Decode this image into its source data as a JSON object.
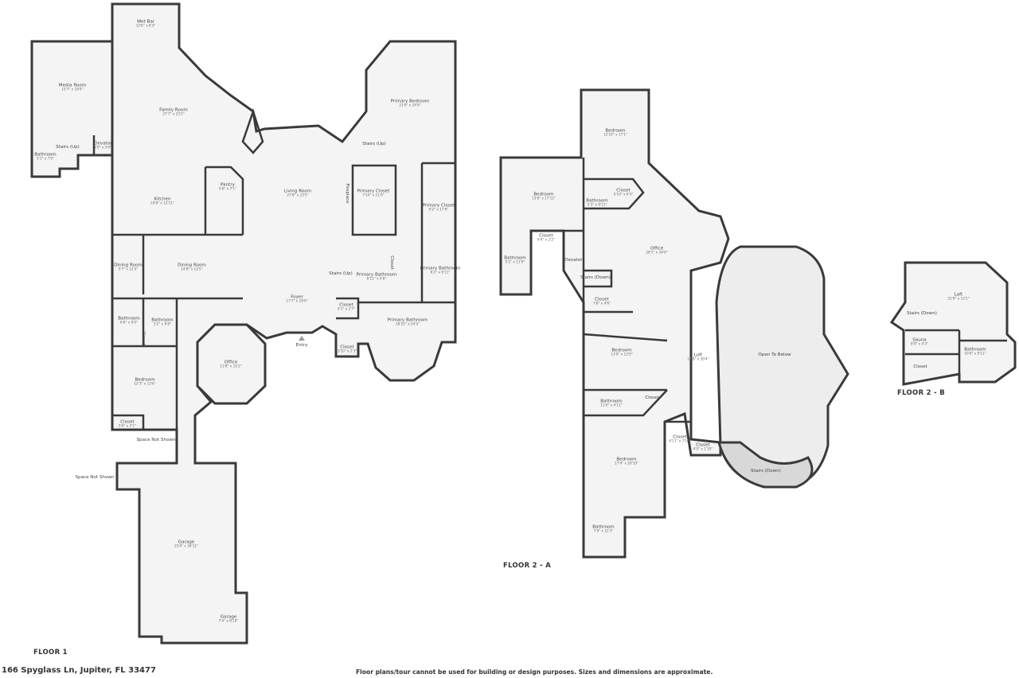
{
  "colors": {
    "wall": "#3a3a3a",
    "floor": "#f4f4f4",
    "stairs": "#d8d8d8",
    "window": "#cfcfcf"
  },
  "floor1": {
    "label": "FLOOR 1",
    "rooms": [
      {
        "name": "Wet Bar",
        "dim": "12'6\" x 8'3\""
      },
      {
        "name": "Media Room",
        "dim": "15'7\" x 18'4\""
      },
      {
        "name": "Family Room",
        "dim": "27'7\" x 23'2\""
      },
      {
        "name": "Bathroom",
        "dim": "5'1\" x 7'9\""
      },
      {
        "name": "Stairs (Up)",
        "dim": ""
      },
      {
        "name": "Elevator",
        "dim": "3'9\" x 3'6\""
      },
      {
        "name": "Primary Bedroom",
        "dim": "21'6\" x 24'0\""
      },
      {
        "name": "Stairs (Up)",
        "dim": ""
      },
      {
        "name": "Pantry",
        "dim": "5'6\" x 7'1\""
      },
      {
        "name": "Kitchen",
        "dim": "19'6\" x 12'11\""
      },
      {
        "name": "Living Room",
        "dim": "27'8\" x 23'5\""
      },
      {
        "name": "Fireplace",
        "dim": ""
      },
      {
        "name": "Primary Closet",
        "dim": "7'10\" x 11'9\""
      },
      {
        "name": "Primary Closet",
        "dim": "6'2\" x 17'6\""
      },
      {
        "name": "Dining Room",
        "dim": "5'7\" x 12'5\""
      },
      {
        "name": "Dining Room",
        "dim": "14'8\" x 12'5\""
      },
      {
        "name": "Stairs (Up)",
        "dim": ""
      },
      {
        "name": "Primary Bathroom",
        "dim": "6'11\" x 5'6\""
      },
      {
        "name": "Closet",
        "dim": ""
      },
      {
        "name": "Primary Bathroom",
        "dim": "6'2\" x 6'11\""
      },
      {
        "name": "Foyer",
        "dim": "17'7\" x 18'9\""
      },
      {
        "name": "Closet",
        "dim": "4'1\" x 2'7\""
      },
      {
        "name": "Bathroom",
        "dim": "6'6\" x 9'0\""
      },
      {
        "name": "Bathroom",
        "dim": "5'2\" x 9'8\""
      },
      {
        "name": "Closet",
        "dim": ""
      },
      {
        "name": "Primary Bathroom",
        "dim": "18'10\" x 24'5\""
      },
      {
        "name": "Entry",
        "dim": ""
      },
      {
        "name": "Closet",
        "dim": "3'10\" x 2'3\""
      },
      {
        "name": "Office",
        "dim": "13'8\" x 15'2\""
      },
      {
        "name": "Bedroom",
        "dim": "12'3\" x 13'6\""
      },
      {
        "name": "Closet",
        "dim": "5'6\" x 2'1\""
      },
      {
        "name": "Space Not Shown",
        "dim": ""
      },
      {
        "name": "Space Not Shown",
        "dim": ""
      },
      {
        "name": "Garage",
        "dim": "25'9\" x 34'11\""
      },
      {
        "name": "Garage",
        "dim": "7'4\" x 8'10\""
      }
    ]
  },
  "floor2a": {
    "label": "FLOOR 2 - A",
    "rooms": [
      {
        "name": "Bedroom",
        "dim": "12'10\" x 17'1\""
      },
      {
        "name": "Bedroom",
        "dim": "13'8\" x 17'11\""
      },
      {
        "name": "Closet",
        "dim": "5'10\" x 6'3\""
      },
      {
        "name": "Bathroom",
        "dim": "5'3\" x 9'11\""
      },
      {
        "name": "Closet",
        "dim": "6'4\" x 2'2\""
      },
      {
        "name": "Bathroom",
        "dim": "5'1\" x 11'9\""
      },
      {
        "name": "Office",
        "dim": "28'1\" x 34'9\""
      },
      {
        "name": "Elevator",
        "dim": ""
      },
      {
        "name": "Stairs (Down)",
        "dim": ""
      },
      {
        "name": "Closet",
        "dim": "7'8\" x 4'6\""
      },
      {
        "name": "Bedroom",
        "dim": "13'9\" x 13'9\""
      },
      {
        "name": "Loft",
        "dim": "14'8\" x 30'4\""
      },
      {
        "name": "Open To Below",
        "dim": ""
      },
      {
        "name": "Bathroom",
        "dim": "11'0\" x 4'11\""
      },
      {
        "name": "Closet",
        "dim": ""
      },
      {
        "name": "Closet",
        "dim": "6'11\" x 7'10\""
      },
      {
        "name": "Closet",
        "dim": "4'5\" x 1'10\""
      },
      {
        "name": "Stairs (Down)",
        "dim": ""
      },
      {
        "name": "Bedroom",
        "dim": "17'4\" x 20'10\""
      },
      {
        "name": "Bathroom",
        "dim": "7'9\" x 12'3\""
      }
    ]
  },
  "floor2b": {
    "label": "FLOOR 2 - B",
    "rooms": [
      {
        "name": "Loft",
        "dim": "21'8\" x 13'1\""
      },
      {
        "name": "Stairs (Down)",
        "dim": ""
      },
      {
        "name": "Sauna",
        "dim": "8'9\" x 4'3\""
      },
      {
        "name": "Bathroom",
        "dim": "10'8\" x 9'11\""
      },
      {
        "name": "Closet",
        "dim": ""
      }
    ]
  },
  "footer": {
    "address": "166 Spyglass Ln, Jupiter, FL 33477",
    "disclaimer": "Floor plans/tour cannot be used for building or design purposes. Sizes and dimensions are approximate."
  }
}
